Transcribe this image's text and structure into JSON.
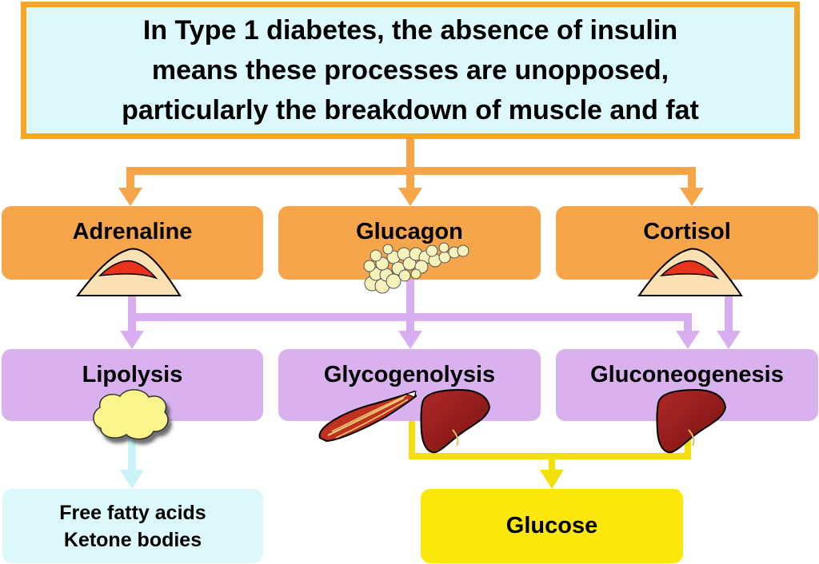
{
  "title": {
    "line1": "In Type 1 diabetes, the absence of insulin",
    "line2": "means these processes are unopposed,",
    "line3": "particularly the breakdown of muscle and fat"
  },
  "hormones": {
    "adrenaline": "Adrenaline",
    "glucagon": "Glucagon",
    "cortisol": "Cortisol"
  },
  "processes": {
    "lipolysis": "Lipolysis",
    "glycogenolysis": "Glycogenolysis",
    "gluconeogenesis": "Gluconeogenesis"
  },
  "outputs": {
    "ffa_line1": "Free fatty acids",
    "ffa_line2": "Ketone bodies",
    "glucose": "Glucose"
  },
  "colors": {
    "title_fill": "#dcf8fa",
    "title_border": "#f6a623",
    "hormone_fill": "#f6a54a",
    "hormone_arrow": "#f6a54a",
    "process_fill": "#d9b1ef",
    "process_arrow": "#d8aef0",
    "ffa_fill": "#dcf8fa",
    "ffa_arrow": "#c8f4f8",
    "glucose_fill": "#fbe80a",
    "glucose_arrow": "#f3df0a"
  },
  "icons": [
    "adrenal-gland-icon",
    "pancreas-icon",
    "fat-droplet-icon",
    "muscle-icon",
    "liver-icon"
  ]
}
